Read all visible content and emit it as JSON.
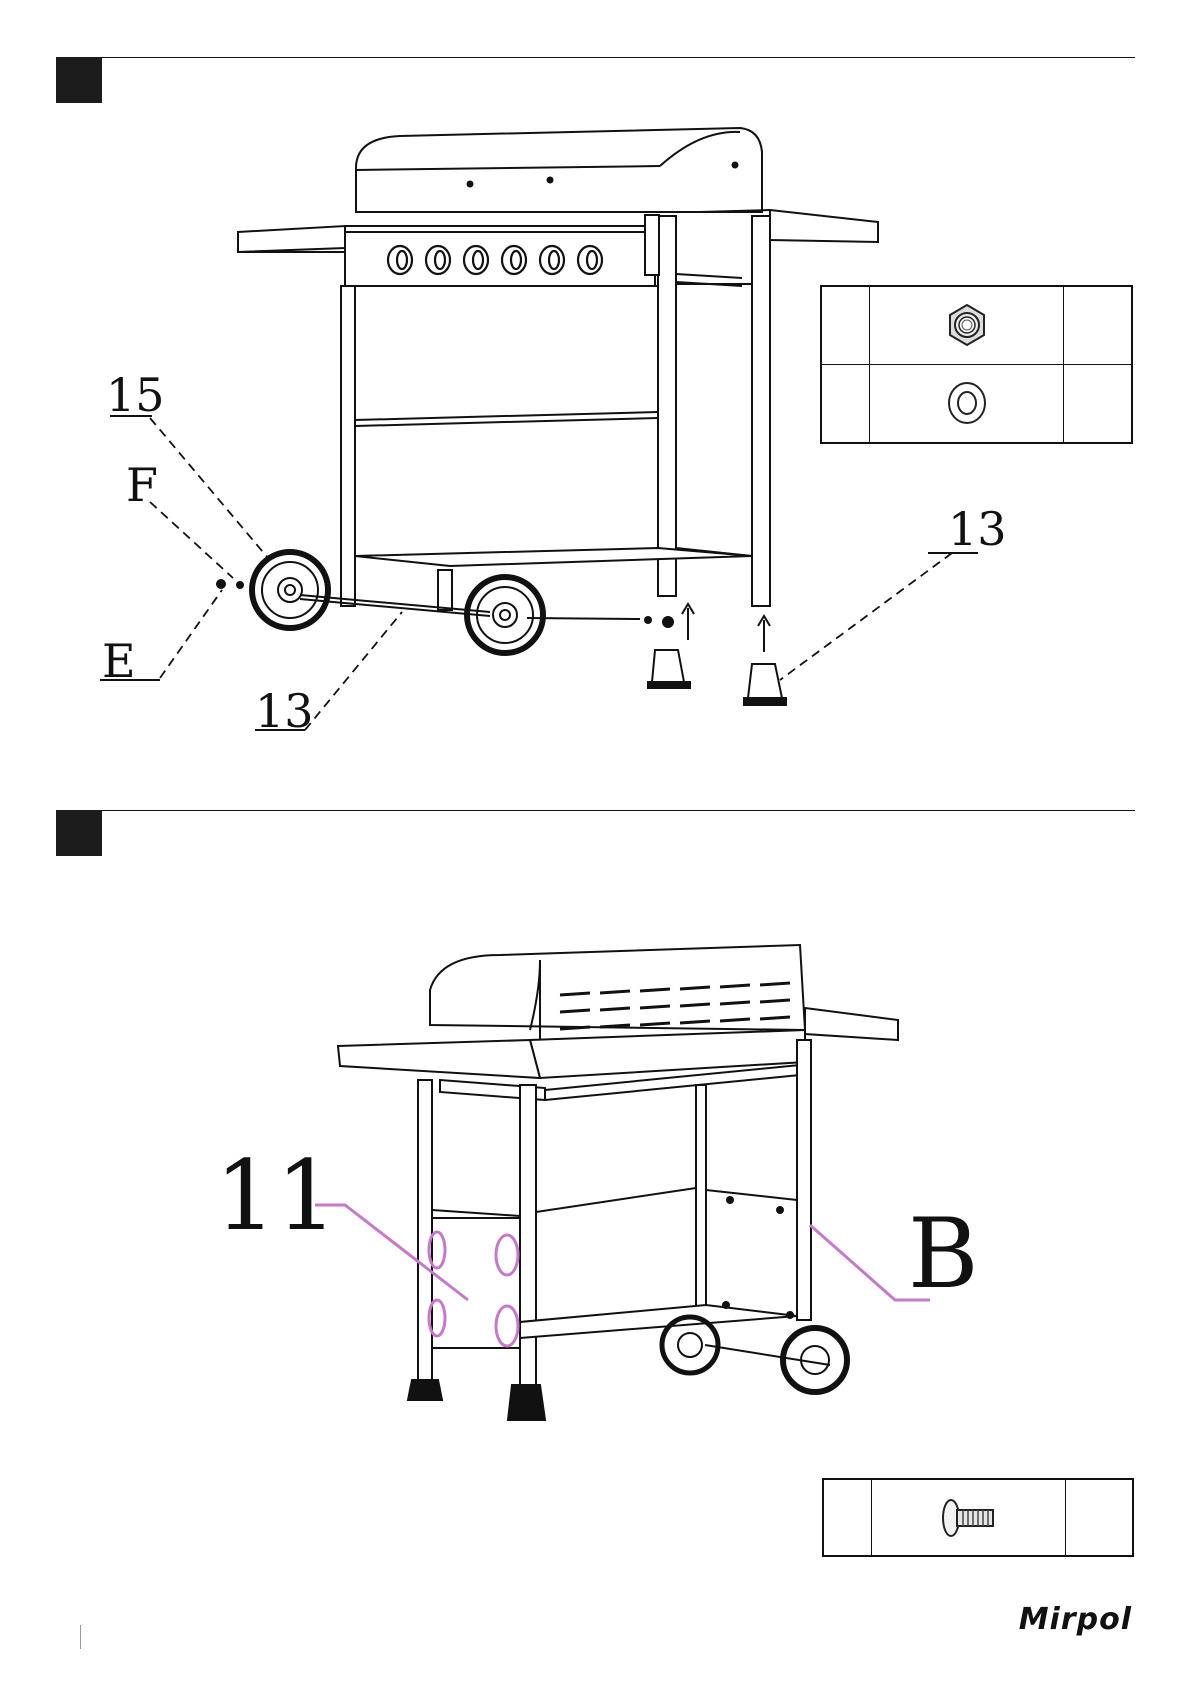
{
  "steps": [
    {
      "callouts": {
        "c15": "15",
        "cF": "F",
        "cE": "E",
        "c13a": "13",
        "c13b": "13"
      },
      "parts": [
        {
          "icon": "lock-nut-icon",
          "letter": "",
          "qty": ""
        },
        {
          "icon": "washer-icon",
          "letter": "",
          "qty": ""
        }
      ]
    },
    {
      "callouts": {
        "c11": "11",
        "cB": "B"
      },
      "parts": [
        {
          "icon": "bolt-icon",
          "letter": "",
          "qty": ""
        }
      ]
    }
  ],
  "footer": {
    "brand": "Mirpol"
  },
  "colors": {
    "ink": "#111111",
    "highlight": "#c779c9"
  }
}
